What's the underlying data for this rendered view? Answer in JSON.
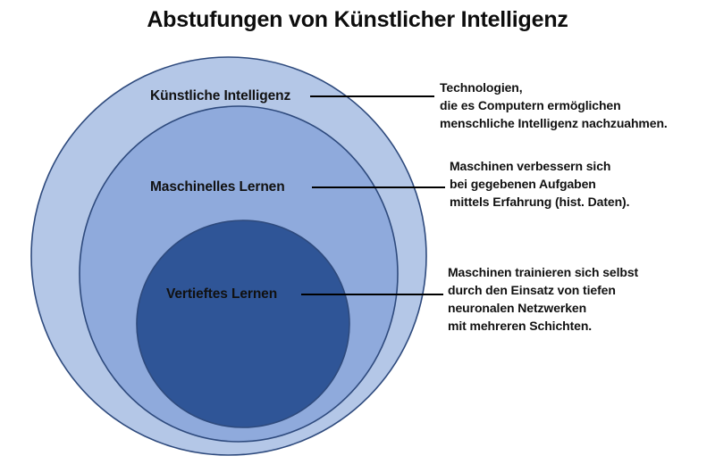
{
  "title": "Abstufungen von Künstlicher Intelligenz",
  "colors": {
    "outer_fill": "#b4c7e7",
    "middle_fill": "#8faadc",
    "inner_fill": "#2f5597",
    "outline": "#2e4a7d",
    "text": "#111111",
    "leader_line": "#000000",
    "background": "#ffffff"
  },
  "rings": [
    {
      "id": "ai",
      "label": "Künstliche Intelligenz",
      "annotation": "Technologien,\ndie es Computern ermöglichen\nmenschliche Intelligenz nachzuahmen."
    },
    {
      "id": "ml",
      "label": "Maschinelles Lernen",
      "annotation": "Maschinen verbessern sich\nbei gegebenen Aufgaben\nmittels Erfahrung (hist. Daten)."
    },
    {
      "id": "dl",
      "label": "Vertieftes Lernen",
      "annotation": "Maschinen trainieren sich selbst\ndurch den Einsatz von tiefen\nneuronalen Netzwerken\nmit mehreren Schichten."
    }
  ]
}
